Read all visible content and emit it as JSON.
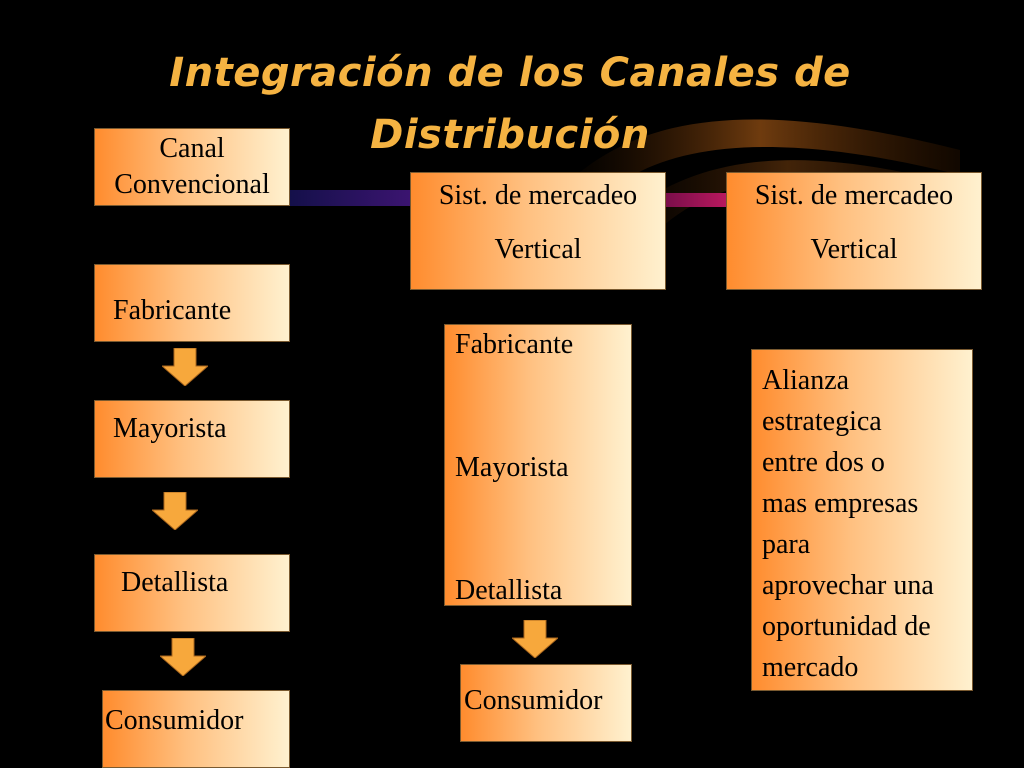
{
  "slide": {
    "title_line1": "Integración de los Canales  de",
    "title_line2": "Distribución"
  },
  "column_conventional": {
    "header_line1": "Canal",
    "header_line2": "Convencional",
    "steps": [
      "Fabricante",
      "Mayorista",
      "Detallista",
      "Consumidor"
    ]
  },
  "column_vertical_1": {
    "header_line1": "Sist. de mercadeo",
    "header_line2": "Vertical",
    "chain": [
      "Fabricante",
      "Mayorista",
      "Detallista"
    ],
    "final": "Consumidor"
  },
  "column_vertical_2": {
    "header_line1": "Sist. de mercadeo",
    "header_line2": "Vertical",
    "description_lines": [
      "Alianza",
      "estrategica",
      "entre dos o",
      "mas empresas",
      "para",
      "aprovechar una",
      "oportunidad de",
      "mercado"
    ]
  },
  "colors": {
    "background": "#000000",
    "title": "#F5B342",
    "box_dark": "#FF8C2E",
    "box_light": "#FFF1CF",
    "arrow": "#F7A83C"
  }
}
